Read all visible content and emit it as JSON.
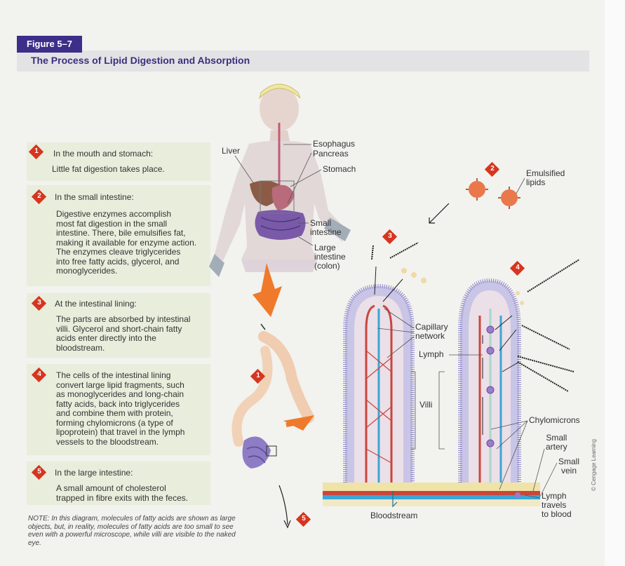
{
  "figure": {
    "tag": "Figure 5–7",
    "title": "The Process of Lipid Digestion and Absorption"
  },
  "steps": [
    {
      "num": "1",
      "heading": "In the mouth and stomach:",
      "body": [
        "Little fat digestion takes place."
      ]
    },
    {
      "num": "2",
      "heading": "In the small intestine:",
      "body": [
        "Digestive enzymes accomplish",
        "most fat digestion in the small",
        "intestine. There, bile emulsifies fat,",
        "making it available for enzyme action.",
        "The enzymes cleave triglycerides",
        "into free fatty acids, glycerol, and",
        "monoglycerides."
      ]
    },
    {
      "num": "3",
      "heading": "At the intestinal lining:",
      "body": [
        "The parts are absorbed by intestinal",
        "villi. Glycerol and short-chain fatty",
        "acids enter directly into the",
        "bloodstream."
      ]
    },
    {
      "num": "4",
      "heading": "",
      "body": [
        "The cells of the intestinal lining",
        "convert large lipid fragments, such",
        "as monoglycerides and long-chain",
        "fatty acids, back into triglycerides",
        "and combine them with protein,",
        "forming chylomicrons (a type of",
        "lipoprotein) that travel in the lymph",
        "vessels to the bloodstream."
      ]
    },
    {
      "num": "5",
      "heading": "In the large intestine:",
      "body": [
        "A small amount of cholesterol",
        "trapped in fibre exits with the feces."
      ]
    }
  ],
  "labels": {
    "liver": "Liver",
    "esophagus": "Esophagus",
    "pancreas": "Pancreas",
    "stomach": "Stomach",
    "small_intestine": [
      "Small",
      "intestine"
    ],
    "large_intestine": [
      "Large",
      "intestine",
      "(colon)"
    ],
    "emulsified_lipids": [
      "Emulsified",
      "lipids"
    ],
    "capillary_network": [
      "Capillary",
      "network"
    ],
    "lymph": "Lymph",
    "villi": "Villi",
    "chylomicrons": "Chylomicrons",
    "small_artery": [
      "Small",
      "artery"
    ],
    "small_vein": [
      "Small",
      "vein"
    ],
    "lymph_travels": [
      "Lymph",
      "travels",
      "to blood"
    ],
    "bloodstream": "Bloodstream"
  },
  "markers": {
    "m1": "1",
    "m2": "2",
    "m3": "3",
    "m4": "4",
    "m5": "5"
  },
  "note": "NOTE: In this diagram, molecules of fatty acids are shown as large objects, but, in reality, molecules of fatty acids are too small to see even with a powerful microscope, while villi are visible to the naked eye.",
  "credit": "© Cengage Learning",
  "colors": {
    "badge": "#d6351f",
    "tag_bg": "#3d2e8a",
    "title": "#3b2f7c",
    "panel": "#e9eddc",
    "villus": "#b7b3dd",
    "blood": "#c9463c",
    "lymph": "#3aa6d6",
    "flow_arrow": "#ef7a2b"
  }
}
